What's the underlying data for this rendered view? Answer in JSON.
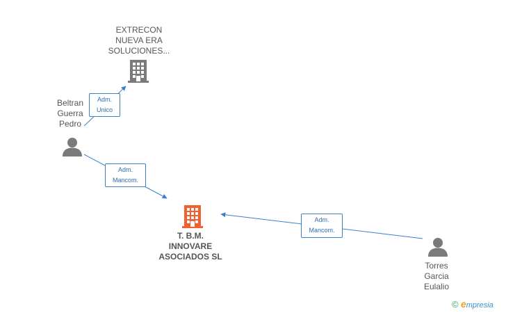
{
  "nodes": {
    "extrecon": {
      "label": "EXTRECON\nNUEVA ERA\nSOLUCIONES..."
    },
    "tbm": {
      "label": "T. B.M.\nINNOVARE\nASOCIADOS SL"
    },
    "beltran": {
      "label": "Beltran\nGuerra\nPedro"
    },
    "torres": {
      "label": "Torres\nGarcia\nEulalio"
    }
  },
  "edges": {
    "beltran_extrecon": {
      "label": "Adm.\nUnico"
    },
    "beltran_tbm": {
      "label": "Adm.\nMancom."
    },
    "torres_tbm": {
      "label": "Adm.\nMancom."
    }
  },
  "brand": {
    "symbol": "©",
    "e": "e",
    "rest": "mpresia"
  },
  "colors": {
    "company_gray": "#7a7a7a",
    "company_main": "#f06030",
    "person": "#7a7a7a",
    "edge": "#3a7fc9"
  }
}
